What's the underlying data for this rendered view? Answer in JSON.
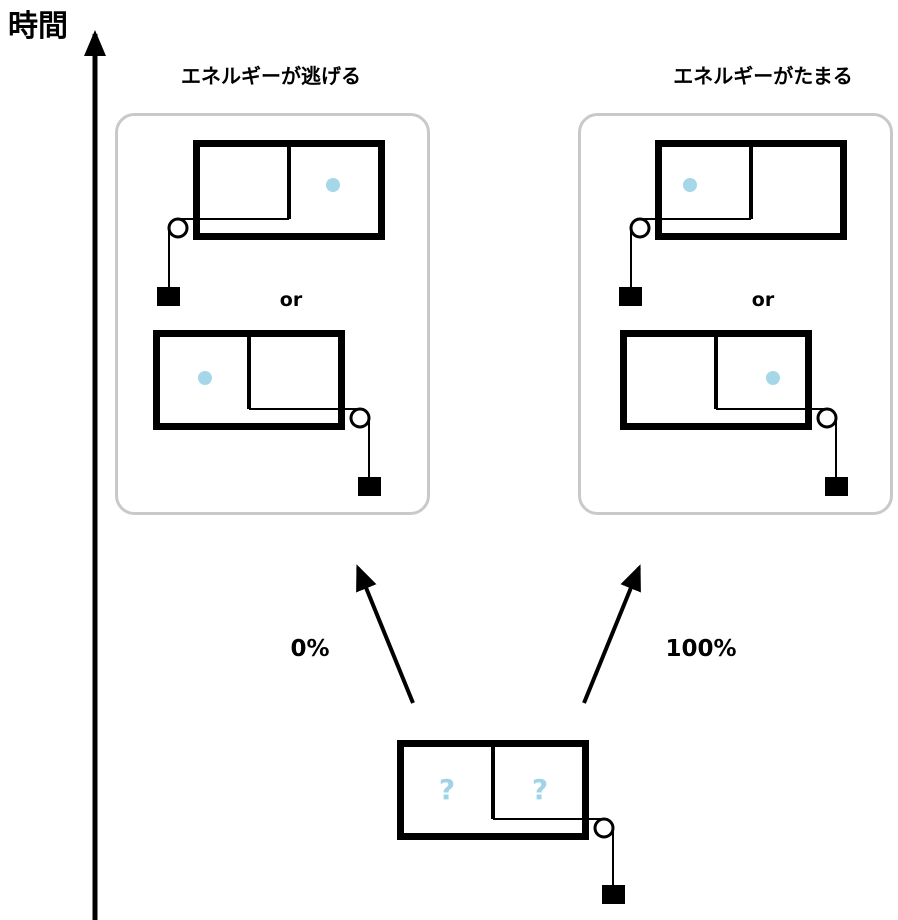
{
  "time_axis": {
    "label": "時間"
  },
  "panels": {
    "left": {
      "title": "エネルギーが逃げる",
      "or_label": "or",
      "probability": "0%"
    },
    "right": {
      "title": "エネルギーがたまる",
      "or_label": "or",
      "probability": "100%"
    }
  },
  "bottom_box": {
    "left_mark": "?",
    "right_mark": "?"
  },
  "colors": {
    "ink": "#000000",
    "background": "#ffffff",
    "particle": "#a6d7e8",
    "question": "#9fd4e8",
    "panel-border": "#c9c9c9"
  }
}
